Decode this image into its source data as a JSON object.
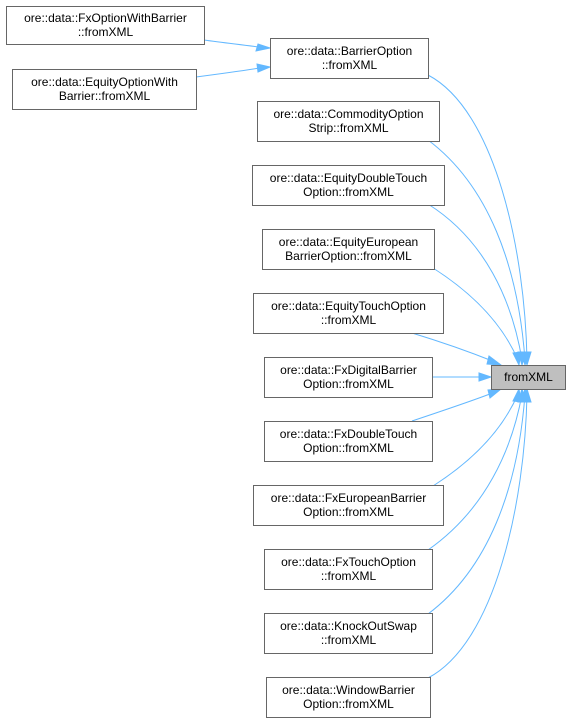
{
  "graph": {
    "target": {
      "id": "fromXML",
      "lines": [
        "fromXML"
      ]
    },
    "nodes": [
      {
        "id": "fx_option_with_barrier",
        "lines": [
          "ore::data::FxOptionWithBarrier",
          "::fromXML"
        ]
      },
      {
        "id": "equity_option_with_barrier",
        "lines": [
          "ore::data::EquityOptionWith",
          "Barrier::fromXML"
        ]
      },
      {
        "id": "barrier_option",
        "lines": [
          "ore::data::BarrierOption",
          "::fromXML"
        ]
      },
      {
        "id": "commodity_option_strip",
        "lines": [
          "ore::data::CommodityOption",
          "Strip::fromXML"
        ]
      },
      {
        "id": "equity_double_touch",
        "lines": [
          "ore::data::EquityDoubleTouch",
          "Option::fromXML"
        ]
      },
      {
        "id": "equity_european_barrier",
        "lines": [
          "ore::data::EquityEuropean",
          "BarrierOption::fromXML"
        ]
      },
      {
        "id": "equity_touch_option",
        "lines": [
          "ore::data::EquityTouchOption",
          "::fromXML"
        ]
      },
      {
        "id": "fx_digital_barrier",
        "lines": [
          "ore::data::FxDigitalBarrier",
          "Option::fromXML"
        ]
      },
      {
        "id": "fx_double_touch",
        "lines": [
          "ore::data::FxDoubleTouch",
          "Option::fromXML"
        ]
      },
      {
        "id": "fx_european_barrier",
        "lines": [
          "ore::data::FxEuropeanBarrier",
          "Option::fromXML"
        ]
      },
      {
        "id": "fx_touch_option",
        "lines": [
          "ore::data::FxTouchOption",
          "::fromXML"
        ]
      },
      {
        "id": "knock_out_swap",
        "lines": [
          "ore::data::KnockOutSwap",
          "::fromXML"
        ]
      },
      {
        "id": "window_barrier",
        "lines": [
          "ore::data::WindowBarrier",
          "Option::fromXML"
        ]
      }
    ],
    "edges": [
      {
        "from": "fx_option_with_barrier",
        "to": "barrier_option"
      },
      {
        "from": "equity_option_with_barrier",
        "to": "barrier_option"
      },
      {
        "from": "barrier_option",
        "to": "fromXML"
      },
      {
        "from": "commodity_option_strip",
        "to": "fromXML"
      },
      {
        "from": "equity_double_touch",
        "to": "fromXML"
      },
      {
        "from": "equity_european_barrier",
        "to": "fromXML"
      },
      {
        "from": "equity_touch_option",
        "to": "fromXML"
      },
      {
        "from": "fx_digital_barrier",
        "to": "fromXML"
      },
      {
        "from": "fx_double_touch",
        "to": "fromXML"
      },
      {
        "from": "fx_european_barrier",
        "to": "fromXML"
      },
      {
        "from": "fx_touch_option",
        "to": "fromXML"
      },
      {
        "from": "knock_out_swap",
        "to": "fromXML"
      },
      {
        "from": "window_barrier",
        "to": "fromXML"
      }
    ],
    "colors": {
      "edge": "#63b8ff",
      "node_border": "#666666",
      "target_fill": "#bfbfbf",
      "node_fill": "#ffffff"
    }
  }
}
